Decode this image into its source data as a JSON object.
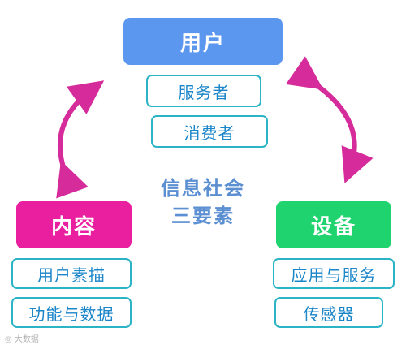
{
  "user": {
    "title": "用户",
    "items": [
      "服务者",
      "消费者"
    ]
  },
  "content": {
    "title": "内容",
    "items": [
      "用户素描",
      "功能与数据"
    ]
  },
  "device": {
    "title": "设备",
    "items": [
      "应用与服务",
      "传感器"
    ]
  },
  "center": {
    "line1": "信息社会",
    "line2": "三要素"
  },
  "watermark": "大数据",
  "colors": {
    "user_box": "#5b96ef",
    "content_box": "#ea1f9f",
    "device_box": "#1fd46f",
    "sub_border": "#2bb3c6",
    "sub_text": "#1a85c8",
    "center_text": "#5b8fd2",
    "arrow": "#d62b9a"
  }
}
